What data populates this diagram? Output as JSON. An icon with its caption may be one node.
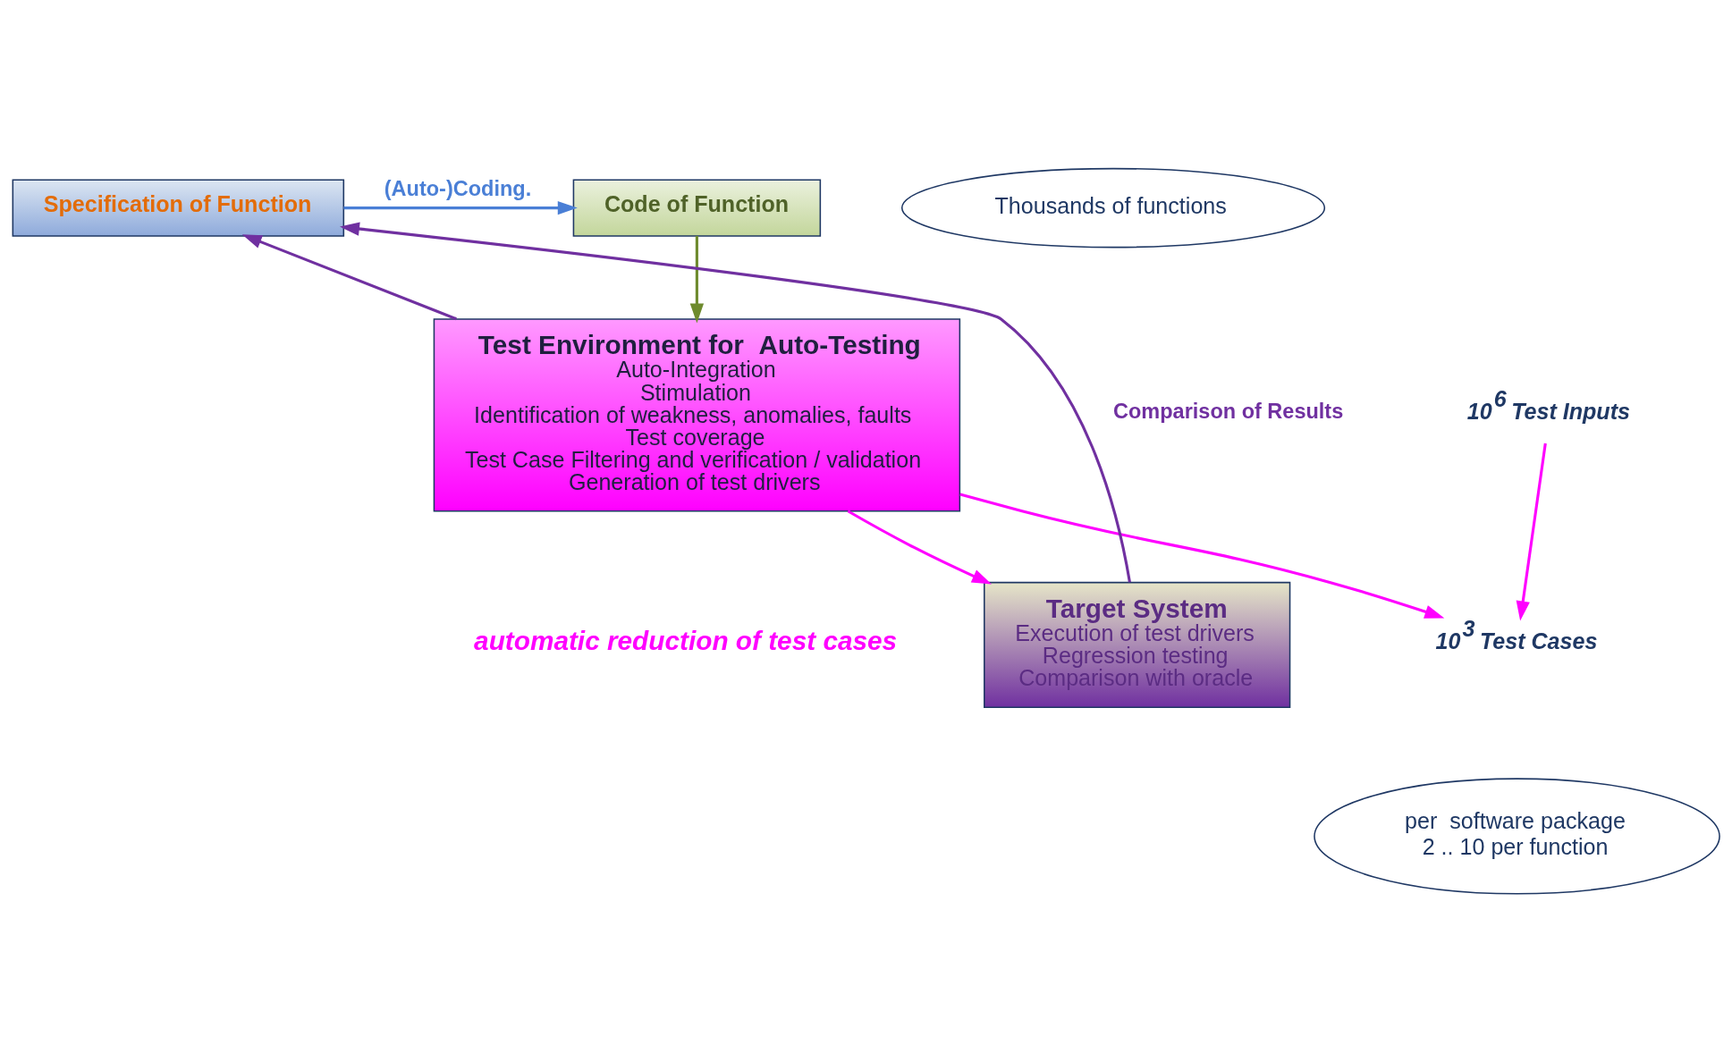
{
  "diagram": {
    "nodes": [
      {
        "text": [
          "Specification of Function"
        ]
      },
      {
        "text": [
          "Code of Function"
        ]
      },
      {
        "text": [
          "Thousands of functions"
        ]
      },
      {
        "text": [
          "Test Environment for  Auto-Testing",
          "Auto-Integration",
          "Stimulation",
          "Identification of weakness, anomalies, faults",
          "Test coverage",
          "Test Case Filtering and verification / validation",
          "Generation of test drivers"
        ]
      },
      {
        "text": [
          "10$^{6}$ Test Inputs"
        ]
      },
      {
        "text": [
          "Target System",
          "Execution of test drivers",
          "Regression testing",
          "Comparison with oracle"
        ]
      },
      {
        "text": [
          "10$^{3}$ Test Cases"
        ]
      },
      {
        "text": [
          "per  software package",
          "2 .. 10 per function"
        ]
      }
    ],
    "edges": [
      {
        "from": 0,
        "to": 1,
        "arrow": "to",
        "label": "(Auto-)Coding.",
        "color": "#4a7fd6"
      },
      {
        "from": 1,
        "to": 3,
        "arrow": "to",
        "color": "#6e8b2e"
      },
      {
        "from": 3,
        "to": 5,
        "arrow": "to",
        "color": "#ff00ff"
      },
      {
        "from": 3,
        "to": 6,
        "arrow": "to",
        "color": "#ff00ff"
      },
      {
        "from": 4,
        "to": 6,
        "arrow": "to",
        "color": "#ff00ff"
      },
      {
        "from": 3,
        "to": 0,
        "arrow": "to",
        "color": "#7030a0"
      },
      {
        "from": 5,
        "to": 0,
        "arrow": "to",
        "label": "Comparison of Results",
        "color": "#7030a0"
      }
    ],
    "labels": [
      "automatic reduction of test cases"
    ]
  }
}
